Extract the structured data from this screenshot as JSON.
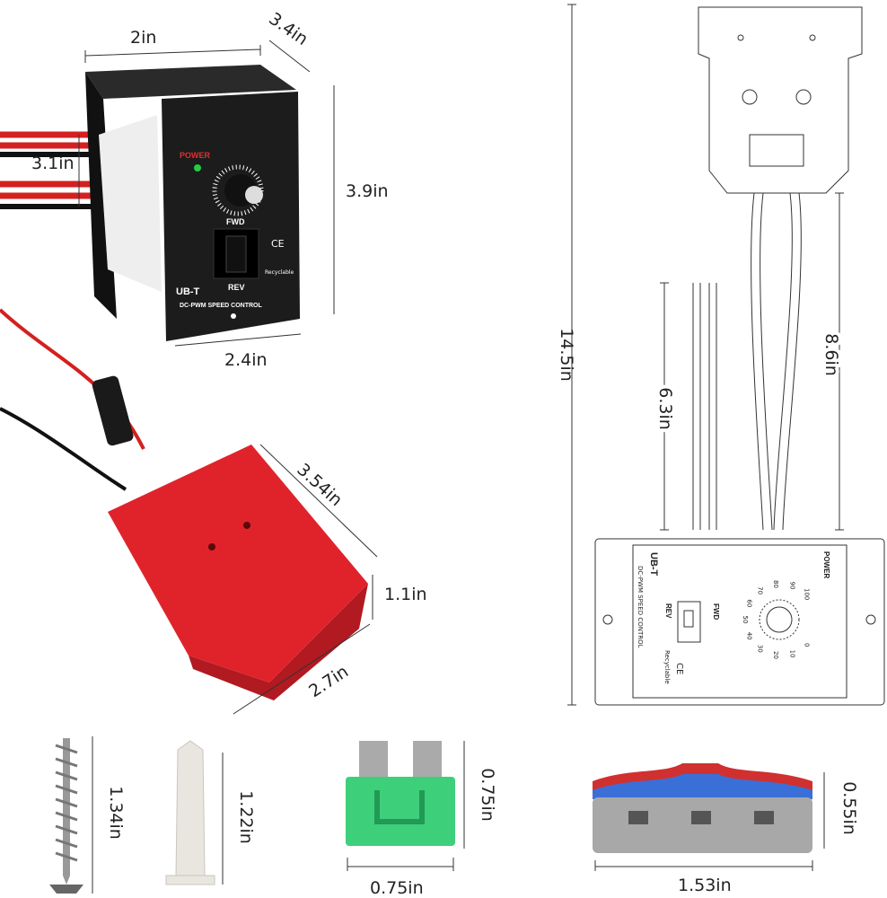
{
  "dimensions": {
    "controller_width": "2in",
    "controller_depth": "3.4in",
    "wire_spacing": "3.1in",
    "controller_height": "3.9in",
    "controller_base_width": "2.4in",
    "adapter_length": "3.54in",
    "adapter_height": "1.1in",
    "adapter_width": "2.7in",
    "total_length": "14.5in",
    "wire_short": "6.3in",
    "wire_long": "8.6in",
    "screw_length": "1.34in",
    "anchor_length": "1.22in",
    "fuse_height": "0.75in",
    "fuse_width": "0.75in",
    "connector_height": "0.55in",
    "connector_width": "1.53in"
  },
  "controller_labels": {
    "power": "POWER",
    "fwd": "FWD",
    "rev": "REV",
    "brand": "UB-T",
    "product": "DC-PWM SPEED CONTROL",
    "ce": "CE",
    "recyclable": "Recyclable",
    "dial_numbers": [
      "0",
      "10",
      "20",
      "30",
      "40",
      "50",
      "60",
      "70",
      "80",
      "90",
      "100"
    ]
  },
  "colors": {
    "controller": "#1c1c1c",
    "adapter_red": "#e0232b",
    "fuse_green": "#3ecf7a",
    "power_label": "#e03030",
    "led": "#22cc44"
  }
}
